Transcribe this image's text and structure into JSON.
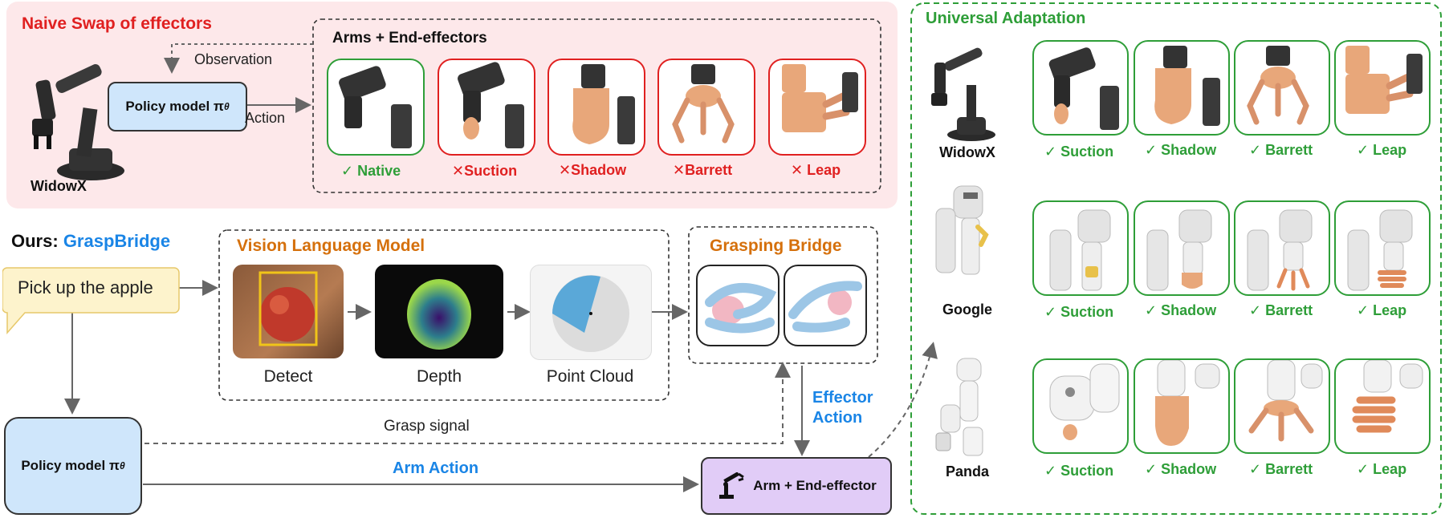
{
  "naive": {
    "title": "Naive Swap of effectors",
    "robot_label": "WidowX",
    "policy_label": "Policy model π",
    "policy_sub": "θ",
    "observation": "Observation",
    "action": "Action",
    "arms_title": "Arms + End-effectors",
    "effectors": [
      {
        "mark": "✓",
        "name": "Native",
        "status": "ok"
      },
      {
        "mark": "✕",
        "name": "Suction",
        "status": "fail"
      },
      {
        "mark": "✕",
        "name": "Shadow",
        "status": "fail"
      },
      {
        "mark": "✕",
        "name": "Barrett",
        "status": "fail"
      },
      {
        "mark": "✕",
        "name": "Leap",
        "status": "fail"
      }
    ]
  },
  "ours": {
    "prefix": "Ours:",
    "name": "GraspBridge",
    "prompt": "Pick up the apple",
    "vlm_title": "Vision Language Model",
    "steps": [
      "Detect",
      "Depth",
      "Point Cloud"
    ],
    "bridge_title": "Grasping Bridge",
    "policy_label": "Policy model π",
    "policy_sub": "θ",
    "grasp_signal": "Grasp signal",
    "arm_action": "Arm Action",
    "effector_action_1": "Effector",
    "effector_action_2": "Action",
    "arm_end_effector": "Arm + End-effector"
  },
  "universal": {
    "title": "Universal Adaptation",
    "rows": [
      {
        "robot": "WidowX",
        "effectors": [
          {
            "mark": "✓",
            "name": "Suction"
          },
          {
            "mark": "✓",
            "name": "Shadow"
          },
          {
            "mark": "✓",
            "name": "Barrett"
          },
          {
            "mark": "✓",
            "name": "Leap"
          }
        ]
      },
      {
        "robot": "Google",
        "effectors": [
          {
            "mark": "✓",
            "name": "Suction"
          },
          {
            "mark": "✓",
            "name": "Shadow"
          },
          {
            "mark": "✓",
            "name": "Barrett"
          },
          {
            "mark": "✓",
            "name": "Leap"
          }
        ]
      },
      {
        "robot": "Panda",
        "effectors": [
          {
            "mark": "✓",
            "name": "Suction"
          },
          {
            "mark": "✓",
            "name": "Shadow"
          },
          {
            "mark": "✓",
            "name": "Barrett"
          },
          {
            "mark": "✓",
            "name": "Leap"
          }
        ]
      }
    ]
  },
  "colors": {
    "red": "#e02020",
    "green": "#2e9e38",
    "blue": "#1a85e6",
    "orange": "#d5700c",
    "pink_bg": "#fde8ea",
    "policy_fill": "#cfe6fb",
    "speech_fill": "#fdf3cc",
    "arm_fill": "#e1ccf7"
  }
}
